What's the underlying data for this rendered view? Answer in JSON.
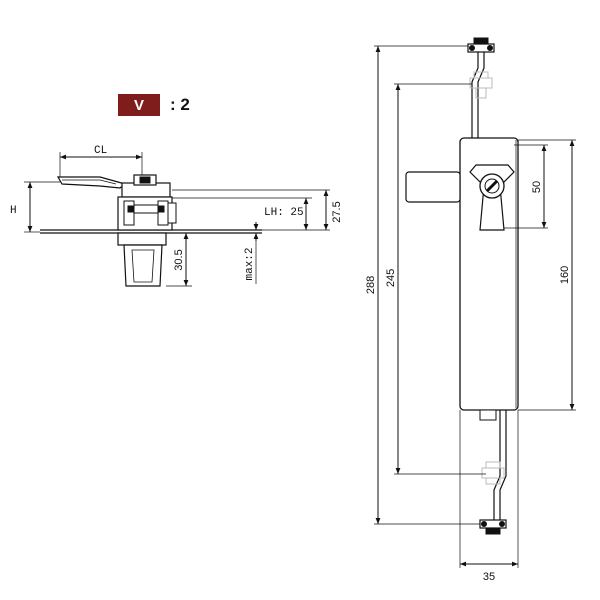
{
  "variant": {
    "badge_label": "V",
    "badge_color": "#7f1d1d",
    "value": ": 2"
  },
  "side_view": {
    "cl_label": "CL",
    "h_label": "H",
    "lh_label": "LH: 25",
    "dim_27_5": "27.5",
    "dim_30_5": "30.5",
    "dim_max2": "max:2"
  },
  "front_view": {
    "dim_288": "288",
    "dim_245": "245",
    "dim_160": "160",
    "dim_50": "50",
    "dim_35": "35"
  }
}
